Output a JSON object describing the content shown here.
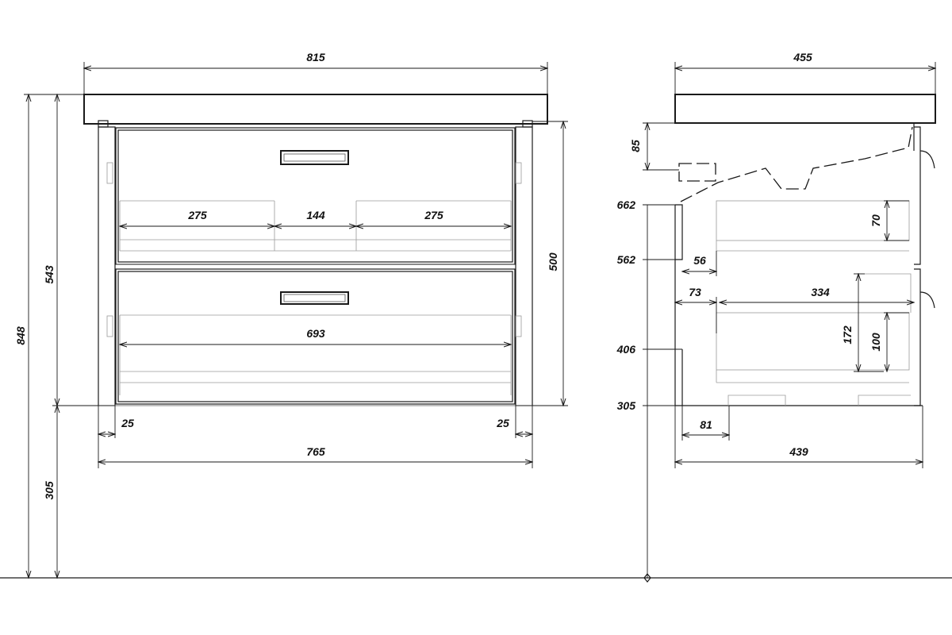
{
  "front_view": {
    "total_width": "815",
    "total_height": "848",
    "cabinet_height": "543",
    "mount_height": "305",
    "body_height": "500",
    "upper_partition_left": "275",
    "upper_partition_middle": "144",
    "upper_partition_right": "275",
    "lower_drawer_width": "693",
    "side_left": "25",
    "side_right": "25",
    "body_width": "765"
  },
  "side_view": {
    "total_depth": "455",
    "top_offset": "85",
    "level_662": "662",
    "level_562": "562",
    "level_406": "406",
    "level_305": "305",
    "gap_56": "56",
    "gap_73": "73",
    "drawer_depth": "334",
    "upper_drawer_height": "70",
    "lower_drawer_outer": "172",
    "lower_drawer_inner": "100",
    "foot_81": "81",
    "body_depth": "439"
  },
  "colors": {
    "line": "#1a1a1a",
    "background": "#ffffff"
  }
}
